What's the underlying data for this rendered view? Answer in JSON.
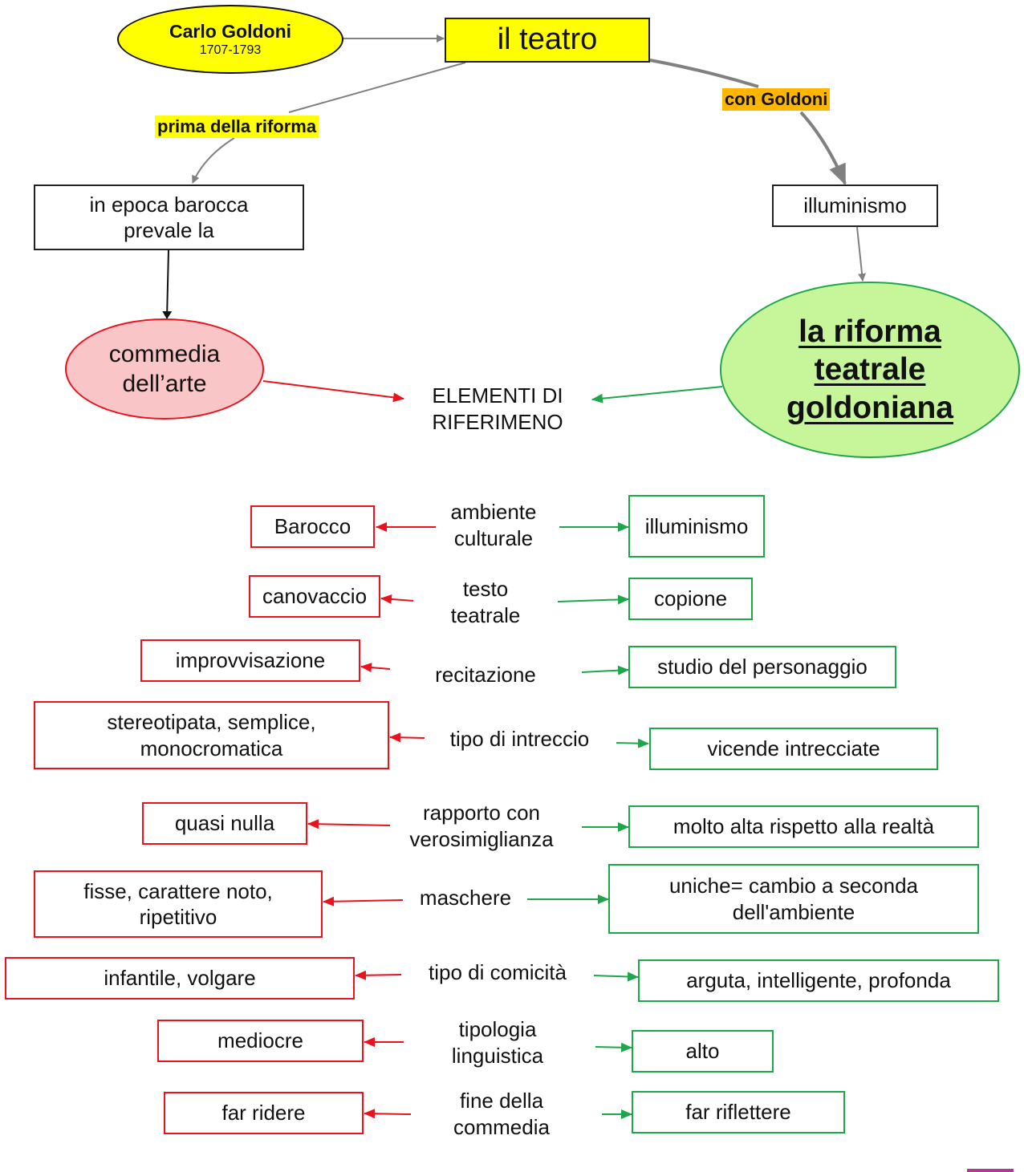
{
  "title_node": {
    "name": "Carlo Goldoni",
    "dates": "1707-1793"
  },
  "main_node": "il teatro",
  "edge_labels": {
    "before": "prima della riforma",
    "with_goldoni": "con Goldoni"
  },
  "left_branch": {
    "box": [
      "in epoca barocca",
      "prevale la"
    ],
    "oval": [
      "commedia",
      "dell’arte"
    ]
  },
  "right_branch": {
    "box": "illuminismo",
    "oval": [
      "la riforma",
      "teatrale",
      "goldoniana"
    ]
  },
  "center_label": [
    "ELEMENTI DI",
    "RIFERIMENO"
  ],
  "comparisons": [
    {
      "criterion": [
        "ambiente",
        "culturale"
      ],
      "before": [
        "Barocco"
      ],
      "after": [
        "illuminismo"
      ]
    },
    {
      "criterion": [
        "testo",
        "teatrale"
      ],
      "before": [
        "canovaccio"
      ],
      "after": [
        "copione"
      ]
    },
    {
      "criterion": [
        "recitazione"
      ],
      "before": [
        "improvvisazione"
      ],
      "after": [
        "studio del personaggio"
      ]
    },
    {
      "criterion": [
        "tipo di intreccio"
      ],
      "before": [
        "stereotipata, semplice,",
        "monocromatica"
      ],
      "after": [
        "vicende intrecciate"
      ]
    },
    {
      "criterion": [
        "rapporto con",
        "verosimiglianza"
      ],
      "before": [
        "quasi nulla"
      ],
      "after": [
        "molto alta rispetto alla realtà"
      ]
    },
    {
      "criterion": [
        "maschere"
      ],
      "before": [
        "fisse, carattere noto,",
        "ripetitivo"
      ],
      "after": [
        "uniche= cambio a seconda",
        "dell'ambiente"
      ]
    },
    {
      "criterion": [
        "tipo di comicità"
      ],
      "before": [
        "infantile, volgare"
      ],
      "after": [
        "arguta, intelligente, profonda"
      ]
    },
    {
      "criterion": [
        "tipologia",
        "linguistica"
      ],
      "before": [
        "mediocre"
      ],
      "after": [
        "alto"
      ]
    },
    {
      "criterion": [
        "fine della",
        "commedia"
      ],
      "before": [
        "far ridere"
      ],
      "after": [
        "far riflettere"
      ]
    }
  ],
  "colors": {
    "yellow": "#ffff00",
    "orange_label": "#ffb600",
    "red": "#e8131c",
    "green": "#1ea64b",
    "pink_fill": "#f9c5c7",
    "green_fill": "#c6f59a",
    "gray_edge": "#808080",
    "purple_mark": "#b03a9a"
  }
}
